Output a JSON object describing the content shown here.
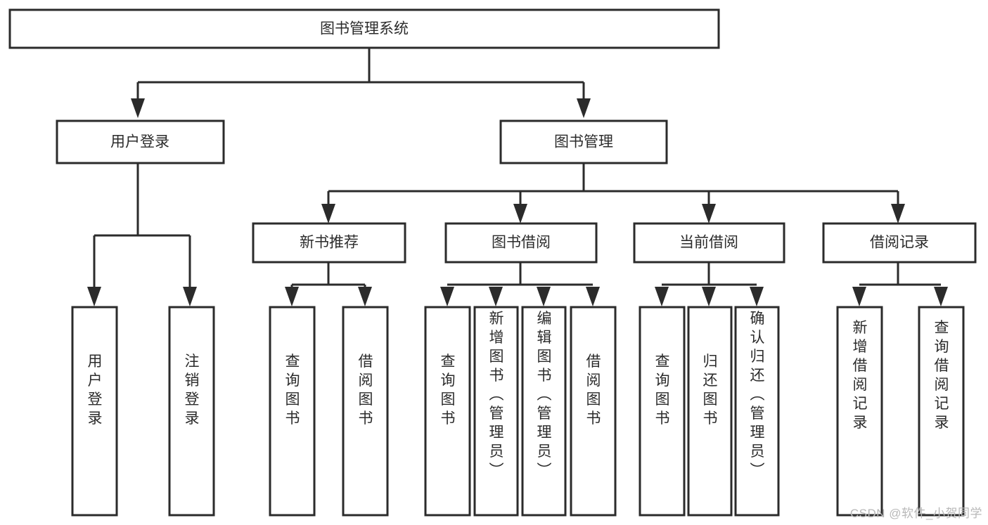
{
  "diagram": {
    "type": "tree-hierarchy",
    "title": "图书管理系统",
    "orientation": "top-down",
    "levels": 4,
    "root": {
      "id": "root",
      "label": "图书管理系统",
      "orientation": "horizontal"
    },
    "level2": [
      {
        "id": "user-login",
        "label": "用户登录",
        "orientation": "horizontal"
      },
      {
        "id": "book-manage",
        "label": "图书管理",
        "orientation": "horizontal"
      }
    ],
    "level3": [
      {
        "id": "new-book-rec",
        "label": "新书推荐",
        "orientation": "horizontal",
        "parent": "book-manage"
      },
      {
        "id": "book-borrow",
        "label": "图书借阅",
        "orientation": "horizontal",
        "parent": "book-manage"
      },
      {
        "id": "current-borrow",
        "label": "当前借阅",
        "orientation": "horizontal",
        "parent": "book-manage"
      },
      {
        "id": "borrow-record",
        "label": "借阅记录",
        "orientation": "horizontal",
        "parent": "book-manage"
      }
    ],
    "leaves": [
      {
        "id": "leaf-user-login",
        "label": "用户登录",
        "orientation": "vertical",
        "parent": "user-login"
      },
      {
        "id": "leaf-logout",
        "label": "注销登录",
        "orientation": "vertical",
        "parent": "user-login"
      },
      {
        "id": "leaf-query-book-1",
        "label": "查询图书",
        "orientation": "vertical",
        "parent": "new-book-rec"
      },
      {
        "id": "leaf-borrow-book-1",
        "label": "借阅图书",
        "orientation": "vertical",
        "parent": "new-book-rec"
      },
      {
        "id": "leaf-query-book-2",
        "label": "查询图书",
        "orientation": "vertical",
        "parent": "book-borrow"
      },
      {
        "id": "leaf-add-book",
        "label": "新增图书（管理员）",
        "orientation": "vertical",
        "parent": "book-borrow"
      },
      {
        "id": "leaf-edit-book",
        "label": "编辑图书（管理员）",
        "orientation": "vertical",
        "parent": "book-borrow"
      },
      {
        "id": "leaf-borrow-book-2",
        "label": "借阅图书",
        "orientation": "vertical",
        "parent": "book-borrow"
      },
      {
        "id": "leaf-query-book-3",
        "label": "查询图书",
        "orientation": "vertical",
        "parent": "current-borrow"
      },
      {
        "id": "leaf-return-book",
        "label": "归还图书",
        "orientation": "vertical",
        "parent": "current-borrow"
      },
      {
        "id": "leaf-confirm-return",
        "label": "确认归还（管理员）",
        "orientation": "vertical",
        "parent": "current-borrow"
      },
      {
        "id": "leaf-add-record",
        "label": "新增借阅记录",
        "orientation": "vertical",
        "parent": "borrow-record"
      },
      {
        "id": "leaf-query-record",
        "label": "查询借阅记录",
        "orientation": "vertical",
        "parent": "borrow-record"
      }
    ],
    "colors": {
      "stroke": "#2b2b2b",
      "fill": "#ffffff",
      "text": "#2b2b2b",
      "watermark": "#b8b8b8"
    }
  },
  "watermark": {
    "text": "CSDN @软件_小贺同学"
  }
}
